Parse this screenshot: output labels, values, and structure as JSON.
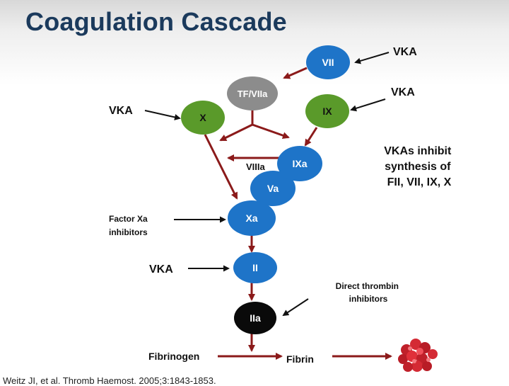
{
  "title": "Coagulation Cascade",
  "colors": {
    "title": "#1b3a5c",
    "factor_blue": "#1e74c8",
    "factor_green": "#5a9a2a",
    "tf_gray": "#8c8c8c",
    "thrombin_black": "#0a0a0a",
    "cascade_arrow": "#8b1a1a",
    "inhibitor_arrow": "#111111",
    "clot_red": "#c0202a"
  },
  "nodes": {
    "vii": "VII",
    "tf_viia": "TF/VIIa",
    "x": "X",
    "ix": "IX",
    "ixa": "IXa",
    "va": "Va",
    "xa": "Xa",
    "ii": "II",
    "iia": "IIa"
  },
  "labels": {
    "viiia": "VIIIa",
    "vka_vii": "VKA",
    "vka_ix": "VKA",
    "vka_x": "VKA",
    "vka_ii": "VKA",
    "xa_inhibitors": [
      "Factor Xa",
      "inhibitors"
    ],
    "thrombin_inhibitors": [
      "Direct thrombin",
      "inhibitors"
    ],
    "fibrinogen": "Fibrinogen",
    "fibrin": "Fibrin"
  },
  "vka_note": [
    "VKAs inhibit",
    "synthesis of",
    "FII, VII, IX, X"
  ],
  "clot_icon": "blood-clot-icon",
  "citation": "Weitz JI, et al. Thromb Haemost. 2005;3:1843-1853."
}
